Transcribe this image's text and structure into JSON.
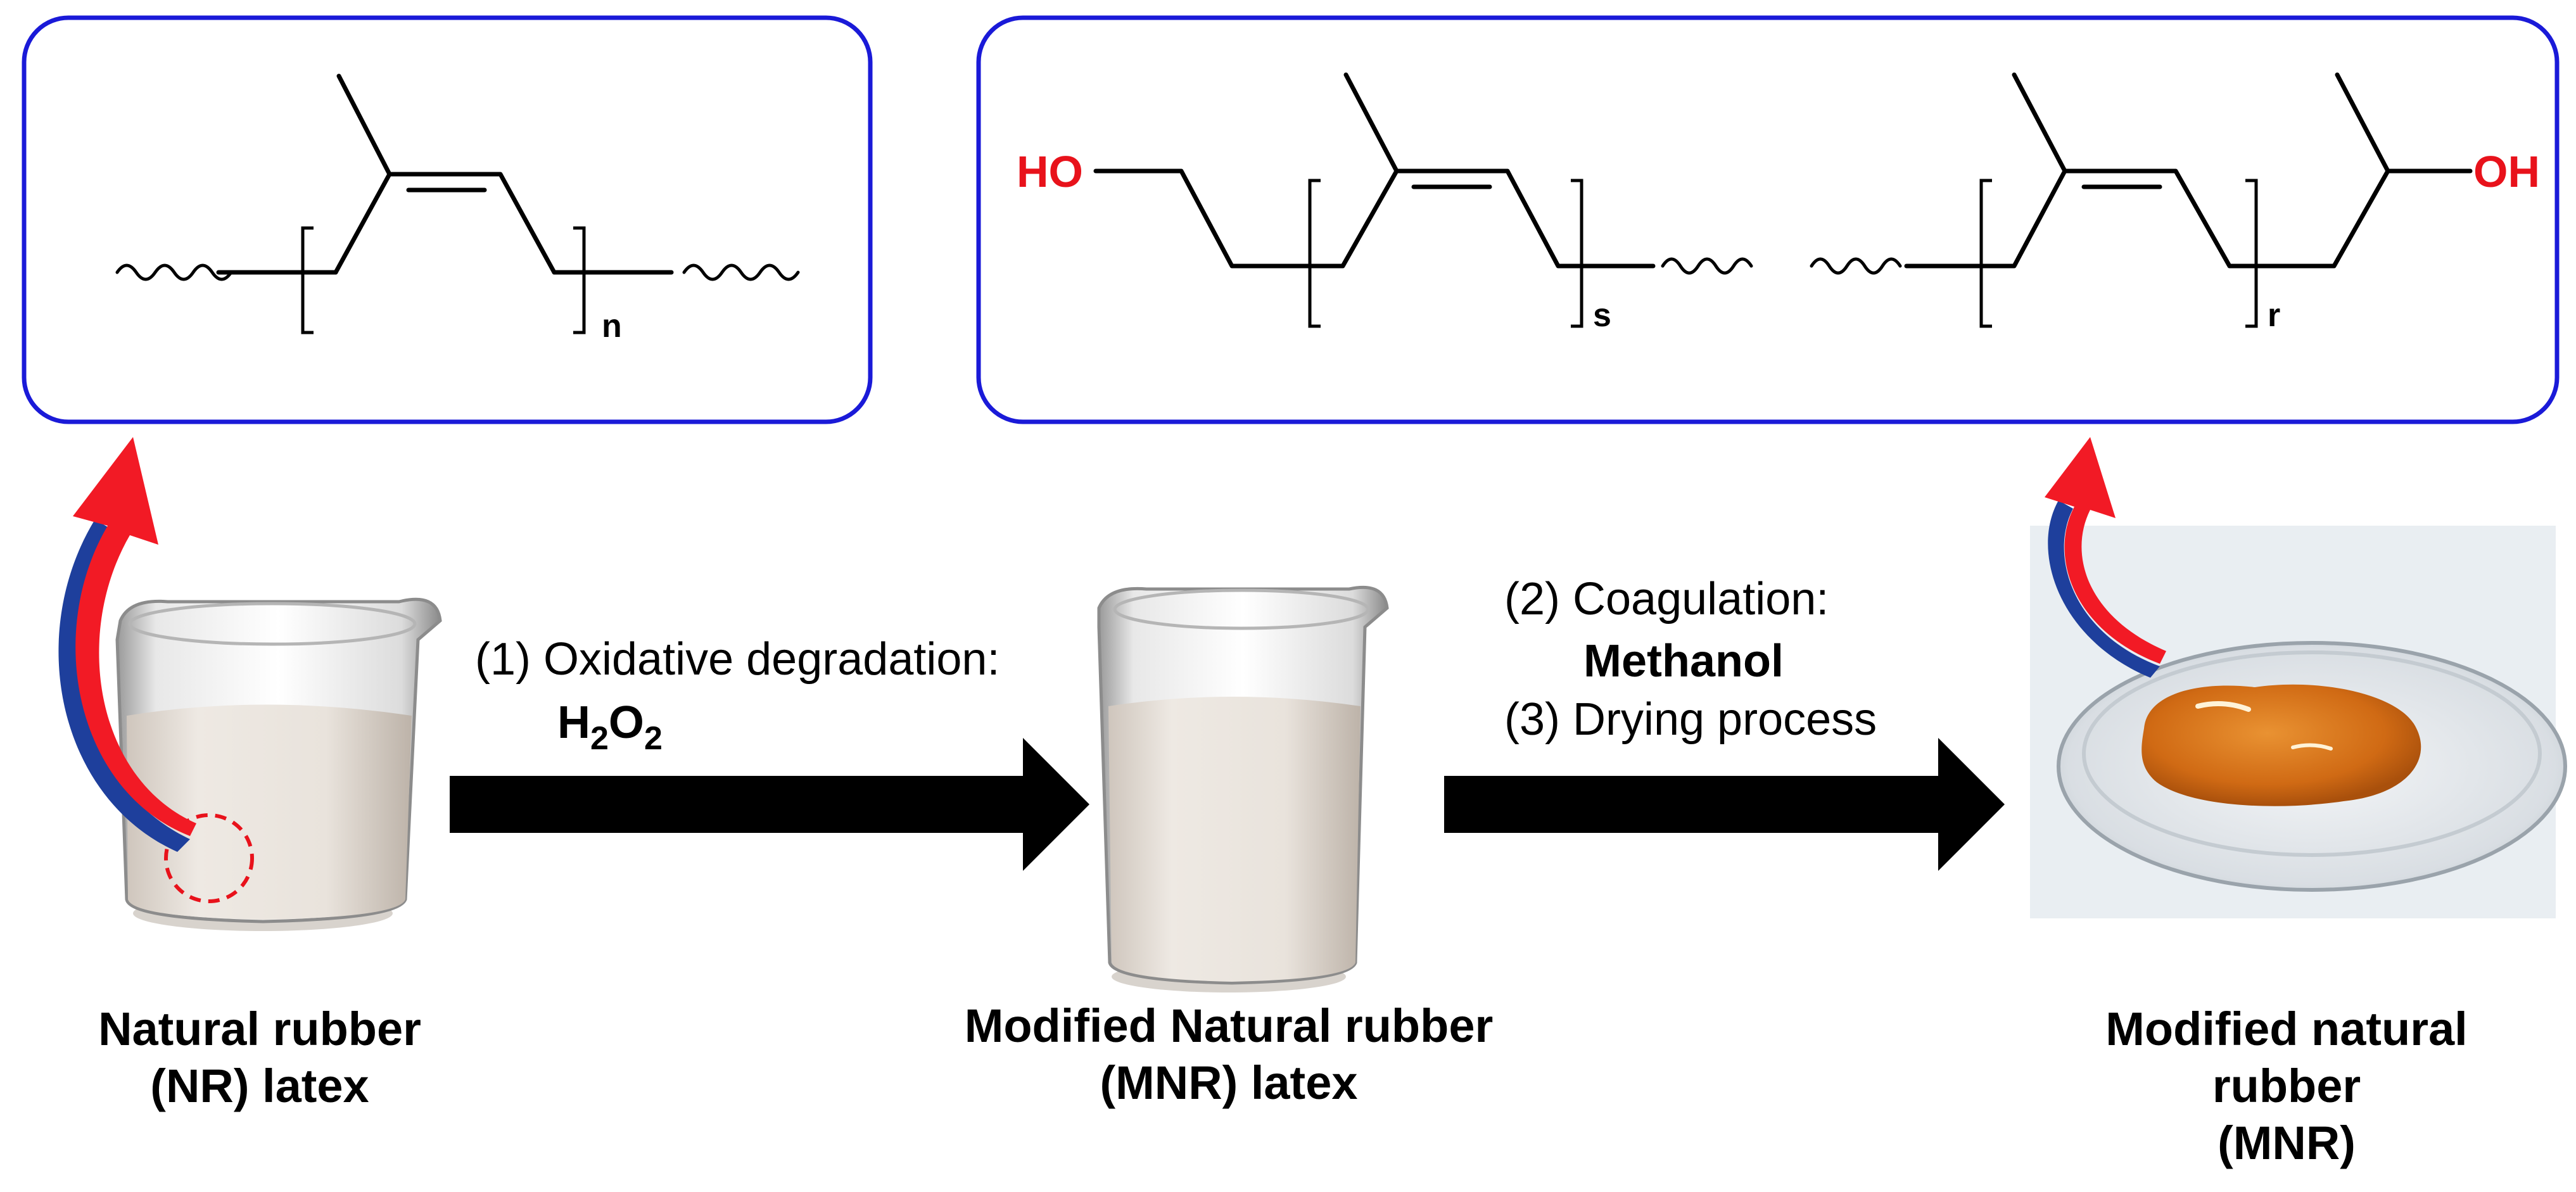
{
  "structures": {
    "nr": {
      "repeat_subscript": "n"
    },
    "mnr": {
      "left_end_group": "HO",
      "right_end_group": "OH",
      "left_subscript": "s",
      "right_subscript": "r"
    }
  },
  "steps": {
    "step1_label": "(1) Oxidative degradation:",
    "step1_reagent_h": "H",
    "step1_reagent_h_sub": "2",
    "step1_reagent_o": "O",
    "step1_reagent_o_sub": "2",
    "step2_label": "(2) Coagulation:",
    "step2_reagent": "Methanol",
    "step3_label": "(3) Drying process"
  },
  "captions": {
    "nr_latex_line1": "Natural rubber",
    "nr_latex_line2": "(NR) latex",
    "mnr_latex_line1": "Modified Natural rubber",
    "mnr_latex_line2": "(MNR) latex",
    "mnr_line1": "Modified natural",
    "mnr_line2": "rubber",
    "mnr_line3": "(MNR)"
  },
  "colors": {
    "box_border": "#1a1ad8",
    "end_group": "#e8121b",
    "curved_arrow_red": "#f21a25",
    "curved_arrow_blue": "#1e3f9c",
    "process_arrow": "#000000",
    "latex_fill": "#e9e3dc",
    "mnr_solid": "#d7751c"
  },
  "icons": [
    "curved-arrow-icon",
    "process-arrow-icon",
    "beaker-icon",
    "petri-dish-icon"
  ]
}
